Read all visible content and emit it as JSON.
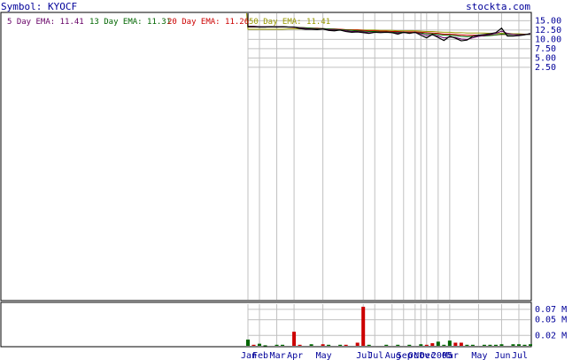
{
  "header": {
    "symbol_text": "Symbol: KYOCF",
    "site_text": "stockta.com"
  },
  "legend": [
    {
      "label": "5 Day EMA: 11.41",
      "color": "#660066"
    },
    {
      "label": "13 Day EMA: 11.31",
      "color": "#006600"
    },
    {
      "label": "20 Day EMA: 11.26",
      "color": "#cc0000"
    },
    {
      "label": "50 Day EMA: 11.41",
      "color": "#999900"
    }
  ],
  "colors": {
    "price": "#000000",
    "ema5": "#660066",
    "ema13": "#006600",
    "ema20": "#cc0000",
    "ema50": "#999900",
    "grid": "#c0c0c0",
    "text": "#000099",
    "vol_up": "#006600",
    "vol_down": "#cc0000"
  },
  "chart_data": [
    {
      "type": "line",
      "title": "Symbol: KYOCF",
      "y_ticks": [
        "15.00",
        "12.50",
        "10.00",
        "7.50",
        "5.00",
        "2.50"
      ],
      "y_tick_values": [
        15.0,
        12.5,
        10.0,
        7.5,
        5.0,
        2.5
      ],
      "ylim": [
        -60,
        17
      ],
      "x_ticks": [
        "Jan",
        "Feb",
        "Mar",
        "Apr",
        "May",
        "Jul",
        "Jul",
        "Aug",
        "Sep",
        "Oct",
        "Nov",
        "Dec",
        "2005",
        "Mar",
        "May",
        "Jun",
        "Jul"
      ],
      "x_tick_index": [
        0,
        2,
        5,
        8,
        13,
        20,
        22,
        25,
        27,
        29,
        30,
        31,
        33,
        35,
        40,
        44,
        47
      ],
      "x_count": 50,
      "spike": {
        "x_index": 0,
        "top_value": 300,
        "x_offset": -1.5
      },
      "series": [
        {
          "key": "price",
          "values": [
            13.4,
            13.4,
            13.3,
            13.3,
            13.4,
            13.3,
            13.4,
            13.3,
            13.3,
            12.9,
            12.7,
            12.7,
            12.6,
            12.8,
            12.4,
            12.3,
            12.5,
            12.1,
            11.9,
            12.0,
            11.8,
            11.6,
            11.9,
            11.8,
            11.9,
            11.8,
            11.4,
            11.9,
            11.6,
            11.9,
            11.1,
            10.4,
            11.3,
            10.5,
            9.7,
            10.8,
            10.3,
            9.6,
            9.8,
            10.8,
            11.1,
            11.3,
            11.5,
            11.8,
            13.0,
            10.9,
            10.9,
            11.0,
            11.2,
            11.6
          ]
        },
        {
          "key": "ema5",
          "values": [
            13.5,
            13.5,
            13.4,
            13.4,
            13.4,
            13.4,
            13.4,
            13.3,
            13.3,
            13.1,
            12.9,
            12.8,
            12.7,
            12.8,
            12.6,
            12.5,
            12.5,
            12.3,
            12.1,
            12.1,
            12.0,
            11.8,
            11.9,
            11.9,
            11.9,
            11.8,
            11.7,
            11.8,
            11.7,
            11.8,
            11.5,
            11.0,
            11.2,
            10.9,
            10.4,
            10.6,
            10.5,
            10.1,
            10.0,
            10.4,
            10.8,
            11.0,
            11.3,
            11.6,
            12.2,
            11.6,
            11.3,
            11.2,
            11.3,
            11.4
          ]
        },
        {
          "key": "ema13",
          "values": [
            13.4,
            13.4,
            13.4,
            13.4,
            13.4,
            13.4,
            13.4,
            13.3,
            13.3,
            13.2,
            13.1,
            13.0,
            12.9,
            12.9,
            12.8,
            12.7,
            12.6,
            12.5,
            12.4,
            12.3,
            12.2,
            12.1,
            12.1,
            12.0,
            12.0,
            11.9,
            11.9,
            11.9,
            11.8,
            11.8,
            11.7,
            11.5,
            11.5,
            11.3,
            11.1,
            11.1,
            11.0,
            10.8,
            10.7,
            10.8,
            10.9,
            10.9,
            11.0,
            11.2,
            11.4,
            11.3,
            11.3,
            11.3,
            11.3,
            11.3
          ]
        },
        {
          "key": "ema20",
          "values": [
            13.3,
            13.3,
            13.3,
            13.3,
            13.3,
            13.3,
            13.3,
            13.3,
            13.2,
            13.2,
            13.1,
            13.0,
            13.0,
            12.9,
            12.8,
            12.8,
            12.7,
            12.6,
            12.5,
            12.5,
            12.4,
            12.3,
            12.3,
            12.2,
            12.2,
            12.1,
            12.1,
            12.0,
            12.0,
            12.0,
            11.9,
            11.8,
            11.7,
            11.6,
            11.4,
            11.4,
            11.3,
            11.2,
            11.1,
            11.1,
            11.1,
            11.1,
            11.1,
            11.2,
            11.3,
            11.3,
            11.3,
            11.3,
            11.3,
            11.3
          ]
        },
        {
          "key": "ema50",
          "values": [
            12.7,
            12.7,
            12.7,
            12.7,
            12.7,
            12.7,
            12.7,
            12.8,
            12.8,
            12.8,
            12.8,
            12.8,
            12.8,
            12.8,
            12.7,
            12.7,
            12.7,
            12.6,
            12.6,
            12.6,
            12.5,
            12.5,
            12.5,
            12.4,
            12.4,
            12.4,
            12.3,
            12.3,
            12.3,
            12.3,
            12.2,
            12.1,
            12.1,
            12.0,
            11.9,
            11.9,
            11.8,
            11.8,
            11.7,
            11.7,
            11.7,
            11.7,
            11.6,
            11.6,
            11.6,
            11.6,
            11.5,
            11.5,
            11.4,
            11.4
          ]
        }
      ]
    },
    {
      "type": "bar",
      "title": "",
      "y_ticks": [
        "0.07 M",
        "0.05 M",
        "0.02 M"
      ],
      "y_tick_values": [
        0.07,
        0.05,
        0.02
      ],
      "ylim": [
        0,
        0.08
      ],
      "unit": "M",
      "x_count": 50,
      "bars": [
        {
          "i": 0,
          "v": 0.012,
          "up": true
        },
        {
          "i": 1,
          "v": 0.002,
          "up": false
        },
        {
          "i": 2,
          "v": 0.004,
          "up": true
        },
        {
          "i": 3,
          "v": 0.001,
          "up": true
        },
        {
          "i": 5,
          "v": 0.002,
          "up": true
        },
        {
          "i": 6,
          "v": 0.002,
          "up": true
        },
        {
          "i": 8,
          "v": 0.027,
          "up": false
        },
        {
          "i": 9,
          "v": 0.002,
          "up": false
        },
        {
          "i": 11,
          "v": 0.003,
          "up": true
        },
        {
          "i": 13,
          "v": 0.003,
          "up": false
        },
        {
          "i": 14,
          "v": 0.002,
          "up": true
        },
        {
          "i": 16,
          "v": 0.002,
          "up": true
        },
        {
          "i": 17,
          "v": 0.002,
          "up": false
        },
        {
          "i": 19,
          "v": 0.006,
          "up": false
        },
        {
          "i": 20,
          "v": 0.075,
          "up": false
        },
        {
          "i": 21,
          "v": 0.002,
          "up": true
        },
        {
          "i": 24,
          "v": 0.002,
          "up": true
        },
        {
          "i": 26,
          "v": 0.002,
          "up": true
        },
        {
          "i": 28,
          "v": 0.002,
          "up": true
        },
        {
          "i": 30,
          "v": 0.003,
          "up": true
        },
        {
          "i": 31,
          "v": 0.002,
          "up": false
        },
        {
          "i": 32,
          "v": 0.005,
          "up": false
        },
        {
          "i": 33,
          "v": 0.008,
          "up": true
        },
        {
          "i": 34,
          "v": 0.002,
          "up": true
        },
        {
          "i": 35,
          "v": 0.01,
          "up": true
        },
        {
          "i": 36,
          "v": 0.006,
          "up": false
        },
        {
          "i": 37,
          "v": 0.006,
          "up": false
        },
        {
          "i": 38,
          "v": 0.002,
          "up": true
        },
        {
          "i": 39,
          "v": 0.002,
          "up": true
        },
        {
          "i": 41,
          "v": 0.002,
          "up": true
        },
        {
          "i": 42,
          "v": 0.002,
          "up": true
        },
        {
          "i": 43,
          "v": 0.002,
          "up": true
        },
        {
          "i": 44,
          "v": 0.003,
          "up": true
        },
        {
          "i": 46,
          "v": 0.003,
          "up": true
        },
        {
          "i": 47,
          "v": 0.003,
          "up": true
        },
        {
          "i": 48,
          "v": 0.002,
          "up": true
        },
        {
          "i": 49,
          "v": 0.003,
          "up": true
        }
      ],
      "tall_bars": [
        {
          "i": 0,
          "v": 0.012,
          "up": true
        },
        {
          "i": 20,
          "v": 0.075,
          "up": false
        },
        {
          "i": 33,
          "v": 0.008,
          "up": true
        },
        {
          "i": 32,
          "v": 0.005,
          "up": false
        }
      ]
    }
  ]
}
